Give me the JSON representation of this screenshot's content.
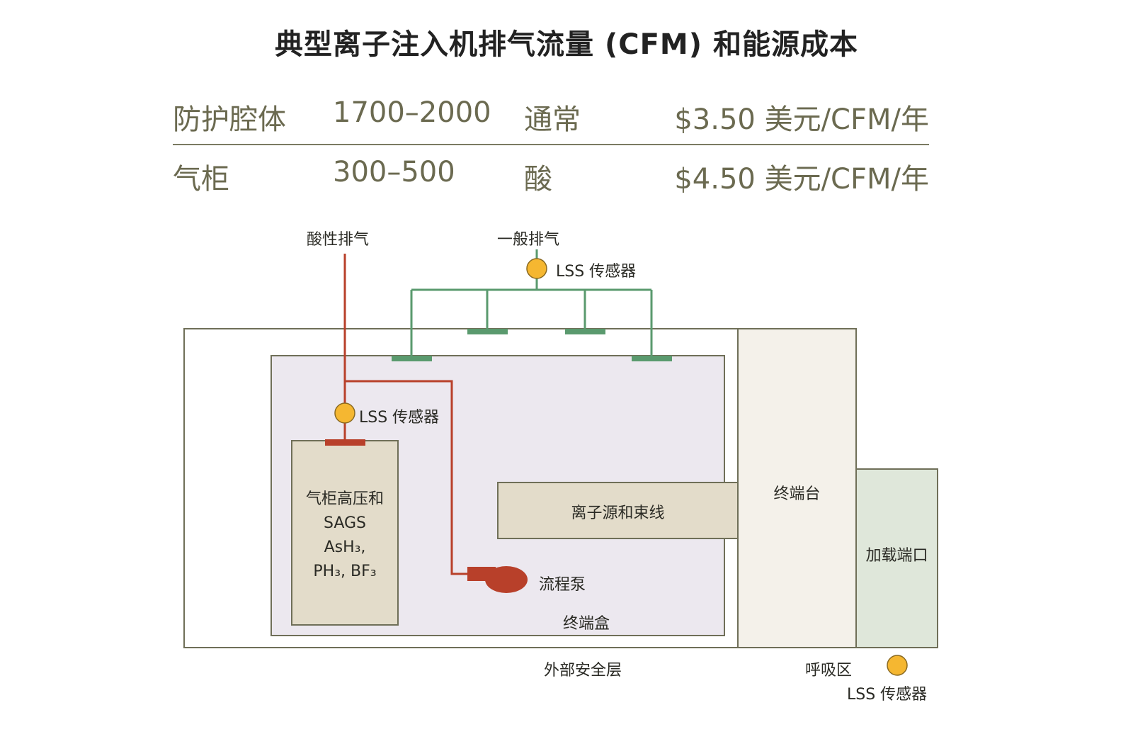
{
  "title": "典型离子注入机排气流量 (CFM) 和能源成本",
  "table": {
    "rows": [
      {
        "name": "防护腔体",
        "cfm": "1700–2000",
        "type": "通常",
        "cost": "$3.50 美元/CFM/年"
      },
      {
        "name": "气柜",
        "cfm": "300–500",
        "type": "酸",
        "cost": "$4.50 美元/CFM/年"
      }
    ]
  },
  "labels": {
    "acid_exhaust": "酸性排气",
    "general_exhaust": "一般排气",
    "lss_sensor": "LSS 传感器",
    "gas_box_line1": "气柜高压和",
    "gas_box_line2": "SAGS",
    "gas_box_line3": "AsH₃,",
    "gas_box_line4": "PH₃, BF₃",
    "ion_source": "离子源和束线",
    "process_pump": "流程泵",
    "terminal_box": "终端盒",
    "end_station": "终端台",
    "load_port": "加载端口",
    "outer_enclosure": "外部安全层",
    "breathing_zone": "呼吸区"
  },
  "colors": {
    "acid_line": "#b8402a",
    "general_line": "#5a9a6e",
    "sensor": "#f5b731",
    "outline": "#6f6f58",
    "terminal_box_fill": "#ece8ef",
    "gas_box_fill": "#e3dcca",
    "ion_source_fill": "#e3dcca",
    "end_station_fill": "#f4f1ea",
    "load_port_fill": "#dfe7da"
  }
}
